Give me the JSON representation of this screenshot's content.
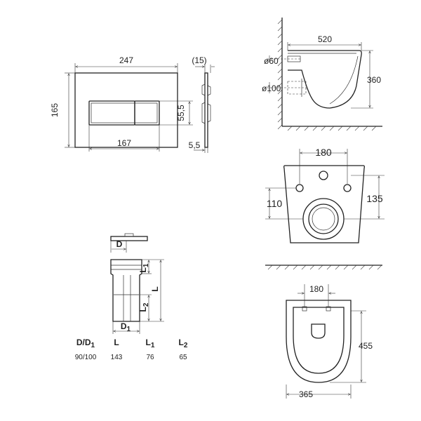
{
  "flush_plate": {
    "width": "247",
    "height": "165",
    "button_width": "167",
    "button_height": "55,5",
    "profile_depth": "(15)",
    "profile_offset": "5,5"
  },
  "toilet_side": {
    "length": "520",
    "height": "360",
    "inlet_diameter": "ø60",
    "outlet_diameter": "ø100"
  },
  "toilet_rear": {
    "bolt_spacing": "180",
    "left_height": "110",
    "right_height": "135"
  },
  "toilet_top": {
    "bolt_spacing": "180",
    "width": "365",
    "depth": "455"
  },
  "pipe": {
    "labels": {
      "d": "D",
      "d1": "D",
      "d1_sub": "1",
      "l": "L",
      "l1": "L",
      "l1_sub": "1",
      "l2": "L",
      "l2_sub": "2"
    },
    "table": {
      "headers": [
        {
          "main": "D/D",
          "sub": "1"
        },
        {
          "main": "L",
          "sub": ""
        },
        {
          "main": "L",
          "sub": "1"
        },
        {
          "main": "L",
          "sub": "2"
        }
      ],
      "values": [
        "90/100",
        "143",
        "76",
        "65"
      ]
    }
  }
}
